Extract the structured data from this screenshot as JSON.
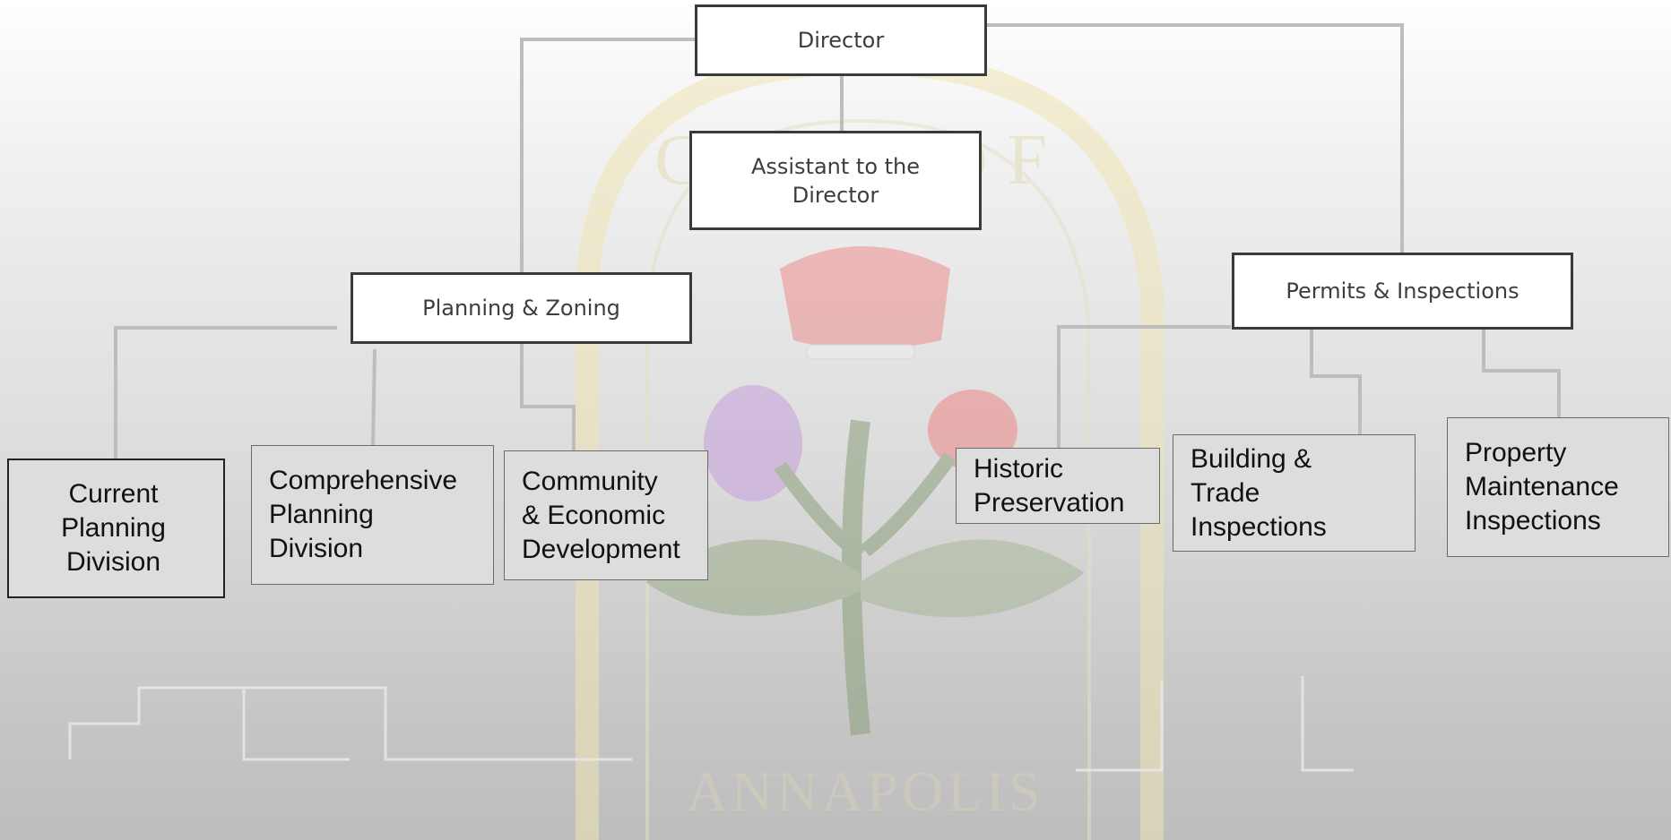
{
  "diagram": {
    "director": "Director",
    "assistant": "Assistant to the\nDirector",
    "planning_zoning": "Planning & Zoning",
    "permits_inspections": "Permits & Inspections",
    "current_planning": "Current\nPlanning\nDivision",
    "comprehensive_planning": "Comprehensive\nPlanning\nDivision",
    "community_economic": "Community\n& Economic\nDevelopment",
    "historic_preservation": "Historic\nPreservation",
    "building_trade": "Building &\nTrade\nInspections",
    "property_maintenance": "Property\nMaintenance\nInspections"
  },
  "seal": {
    "top_text": "CITY OF",
    "bottom_text": "ANNAPOLIS"
  },
  "colors": {
    "connector": "#bdbdbd",
    "top_box_border": "#3a3a3a",
    "sub_box_fill": "#dddddd",
    "seal_gold": "#efe6a8",
    "seal_red": "#e0686a",
    "seal_green": "#7d9a6e"
  }
}
